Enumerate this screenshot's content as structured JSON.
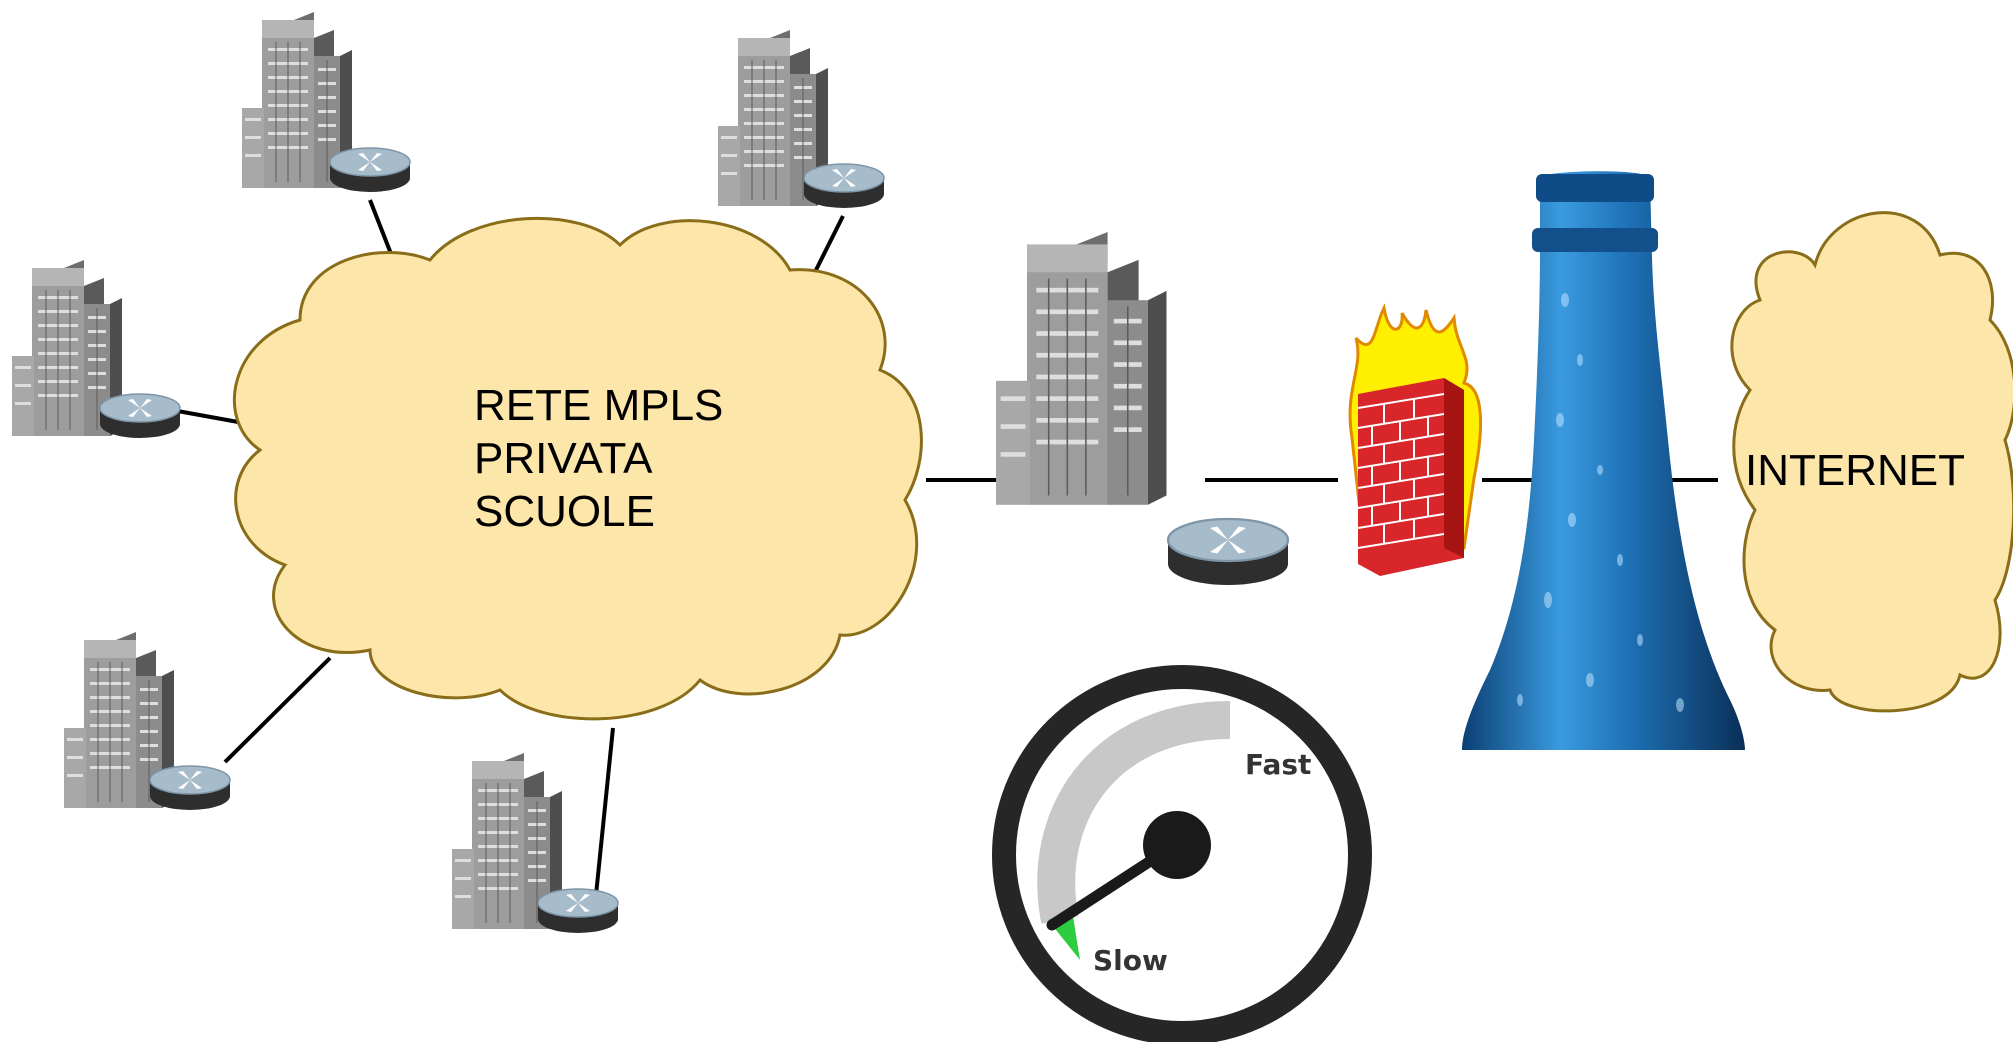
{
  "mpls_cloud": {
    "lines": [
      "RETE MPLS",
      "PRIVATA",
      "SCUOLE"
    ],
    "fill": "#fce6aa",
    "stroke": "#8a6d18"
  },
  "internet_cloud": {
    "label": "INTERNET",
    "fill": "#fce6aa",
    "stroke": "#8a6d18"
  },
  "speed_gauge": {
    "fast_label": "Fast",
    "slow_label": "Slow",
    "level": 0.05,
    "indicator_color": "#2ecc40"
  },
  "icons": {
    "school_building": "office-building-icon",
    "router": "router-icon",
    "firewall": "firewall-icon",
    "bottleneck": "bottle-icon"
  },
  "colors": {
    "building": "#8f8f8f",
    "router": "#9fb6c4",
    "firewall_brick": "#d8262a",
    "firewall_flame": "#ffef00",
    "bottle": "#1f6fb0",
    "link": "#000000"
  }
}
